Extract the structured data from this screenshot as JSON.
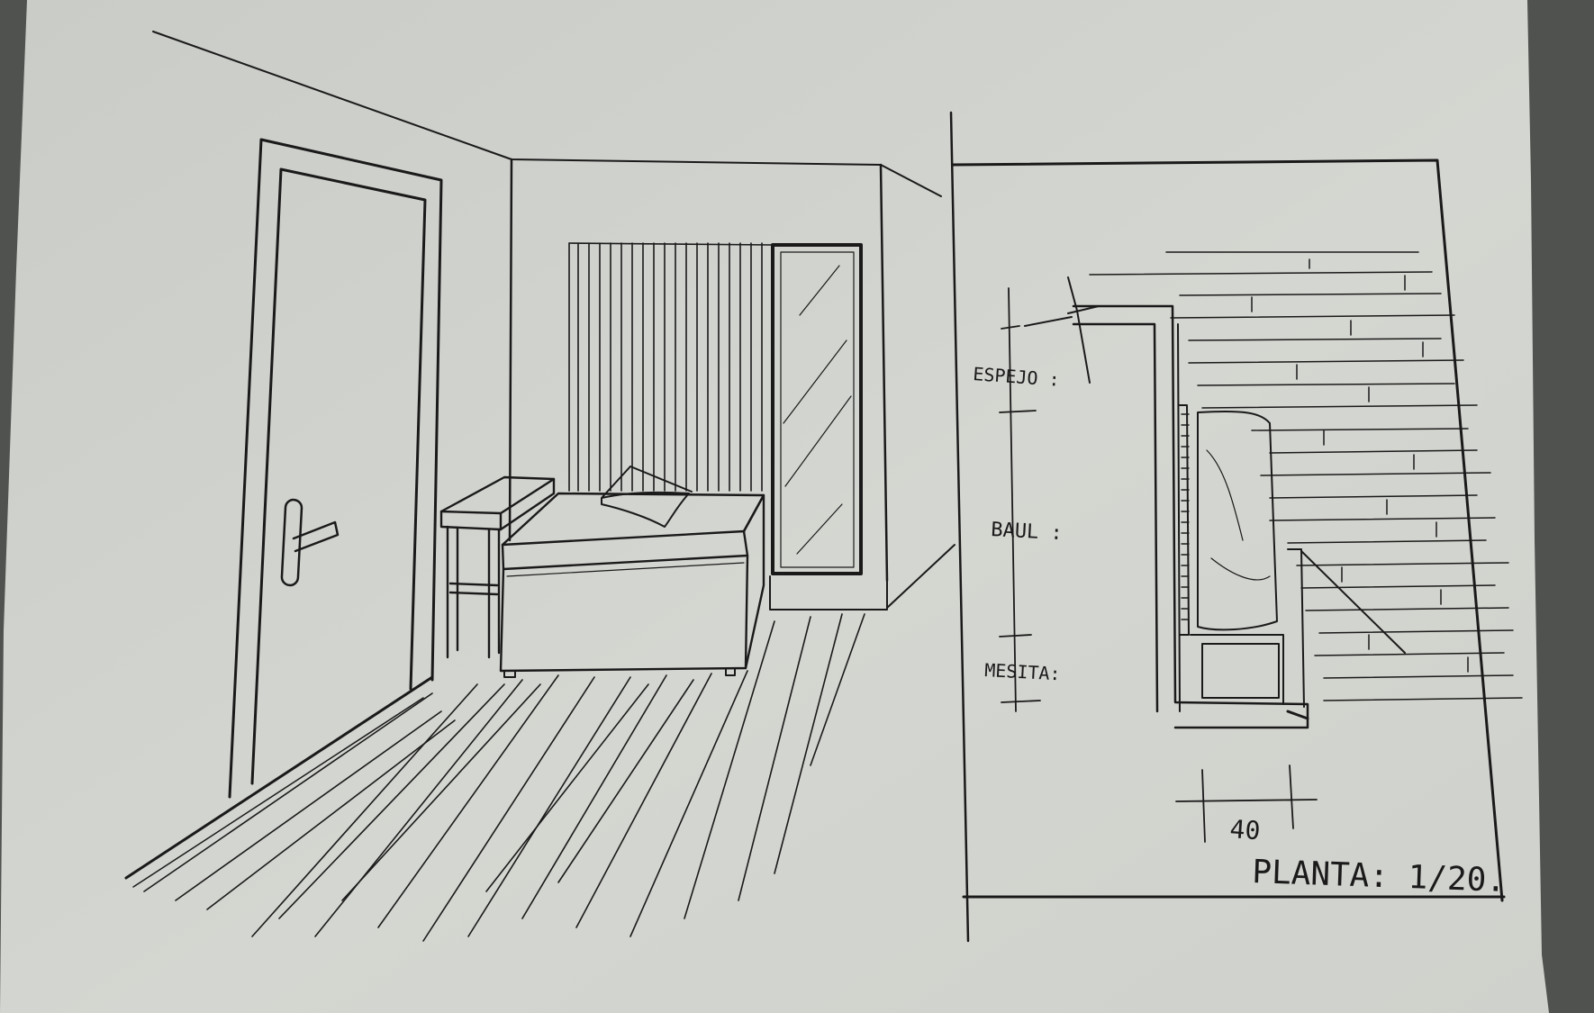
{
  "colors": {
    "paper": "#c8cbc6",
    "paper_light": "#d7d9d4",
    "ink": "#1a1a1a",
    "background": "#4f524e"
  },
  "plan": {
    "labels": {
      "espejo": "ESPEJO :",
      "baul": "BAUL :",
      "mesita": "MESITA:",
      "dimension": "40",
      "scale": "PLANTA: 1/20."
    }
  }
}
